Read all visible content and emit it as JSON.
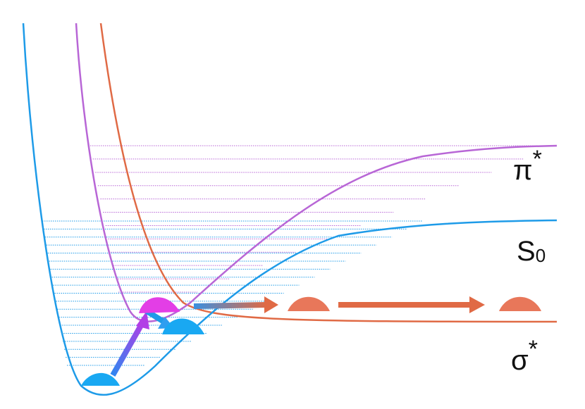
{
  "colors": {
    "s0": "#1e9be8",
    "pi_star": "#b866d6",
    "sigma_star": "#e06a45",
    "wavepacket_s0": "#19a8f2",
    "wavepacket_pi": "#e33ee6",
    "wavepacket_sigma": "#e8775a",
    "background": "#ffffff"
  },
  "labels": {
    "pi_star": {
      "base": "π",
      "sup": "*"
    },
    "s0": {
      "base": "S",
      "sub": "0"
    },
    "sigma_star": {
      "base": "σ",
      "sup": "*"
    }
  },
  "curves": [
    {
      "id": "s0",
      "name": "S0",
      "type": "morse-well"
    },
    {
      "id": "pi_star",
      "name": "π*",
      "type": "morse-well"
    },
    {
      "id": "sigma_star",
      "name": "σ*",
      "type": "repulsive"
    }
  ],
  "vibrational_levels": {
    "s0": 19,
    "pi_star": 12
  }
}
